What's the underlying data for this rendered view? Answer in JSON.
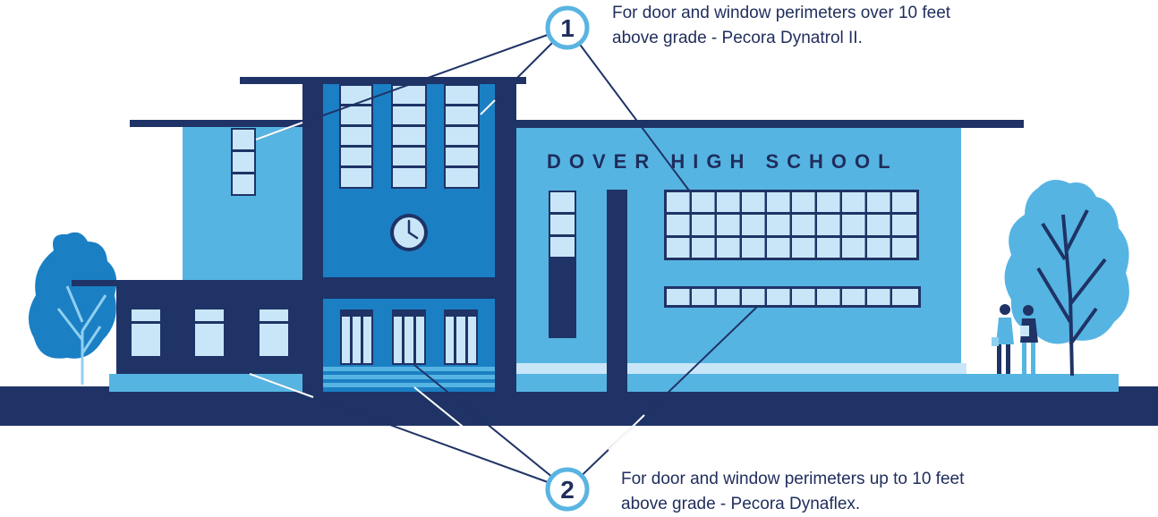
{
  "school_sign": "DOVER HIGH SCHOOL",
  "callouts": [
    {
      "number": "1",
      "line1": "For door and window perimeters over 10 feet",
      "line2": "above grade - Pecora Dynatrol II."
    },
    {
      "number": "2",
      "line1": "For door and window perimeters up to 10 feet",
      "line2": "above grade - Pecora Dynaflex."
    }
  ],
  "colors": {
    "navy": "#1f3366",
    "light_blue": "#56b4e2",
    "mid_blue": "#1b7fc4",
    "pale_blue": "#c8e6f8",
    "badge_ring": "#5ab4e2"
  }
}
